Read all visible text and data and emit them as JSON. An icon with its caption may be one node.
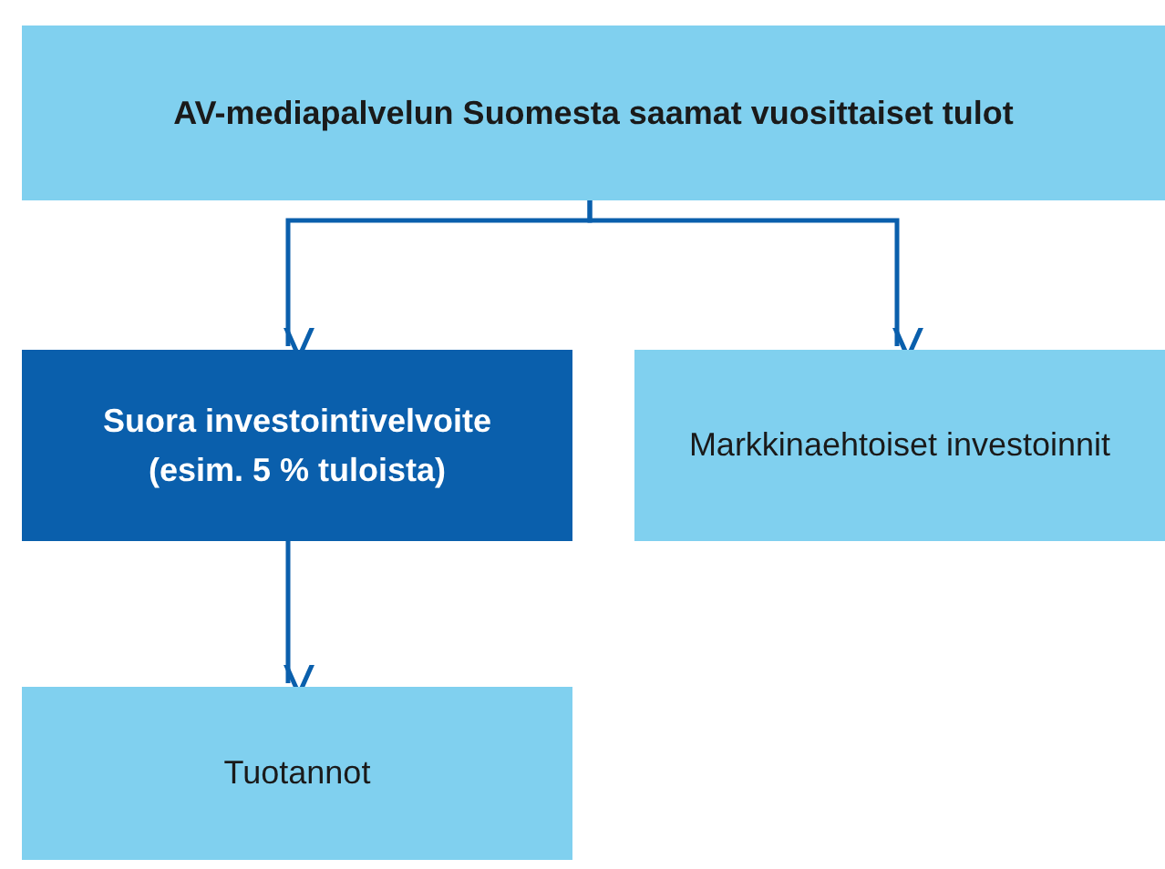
{
  "diagram": {
    "nodes": [
      {
        "text": [
          "AV-mediapalvelun Suomesta saamat vuosittaiset tulot"
        ]
      },
      {
        "text": [
          "Suora investointivelvoite (esim. 5 % tuloista)"
        ]
      },
      {
        "text": [
          "Markkinaehtoiset investoinnit"
        ]
      },
      {
        "text": [
          "Tuotannot"
        ]
      }
    ],
    "edges": [
      {
        "from": 0,
        "to": 1,
        "arrow": "to"
      },
      {
        "from": 0,
        "to": 2,
        "arrow": "to"
      },
      {
        "from": 1,
        "to": 3,
        "arrow": "to"
      }
    ]
  }
}
